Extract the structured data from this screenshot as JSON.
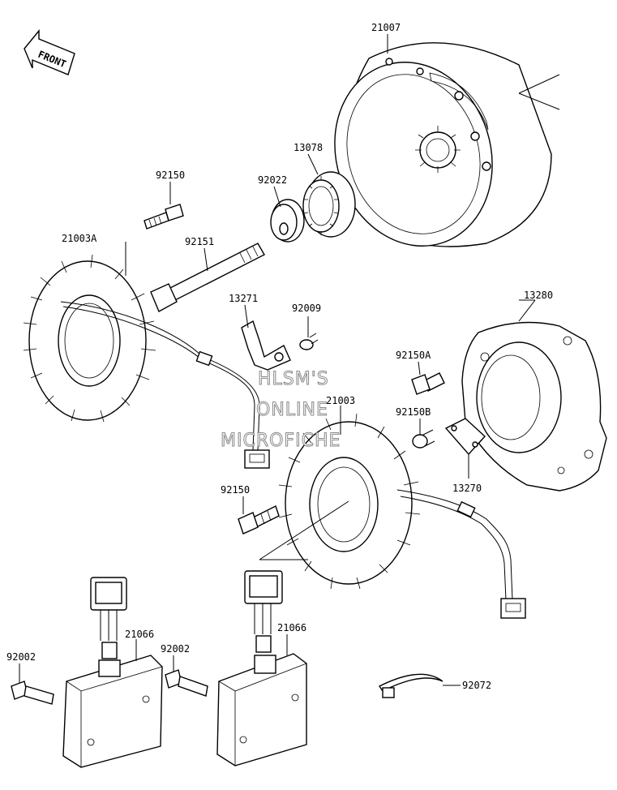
{
  "front_label": "FRONT",
  "watermark": {
    "line1": "HLSM'S",
    "line2": "ONLINE",
    "line3": "MICROFICHE"
  },
  "parts": {
    "p21007": "21007",
    "p13078": "13078",
    "p92022": "92022",
    "p92150_top": "92150",
    "p21003A": "21003A",
    "p92151": "92151",
    "p13271": "13271",
    "p92009": "92009",
    "p13280": "13280",
    "p92150A": "92150A",
    "p21003": "21003",
    "p92150B": "92150B",
    "p92150_mid": "92150",
    "p13270": "13270",
    "p21066_left": "21066",
    "p21066_right": "21066",
    "p92002_left": "92002",
    "p92002_right": "92002",
    "p92072": "92072"
  }
}
